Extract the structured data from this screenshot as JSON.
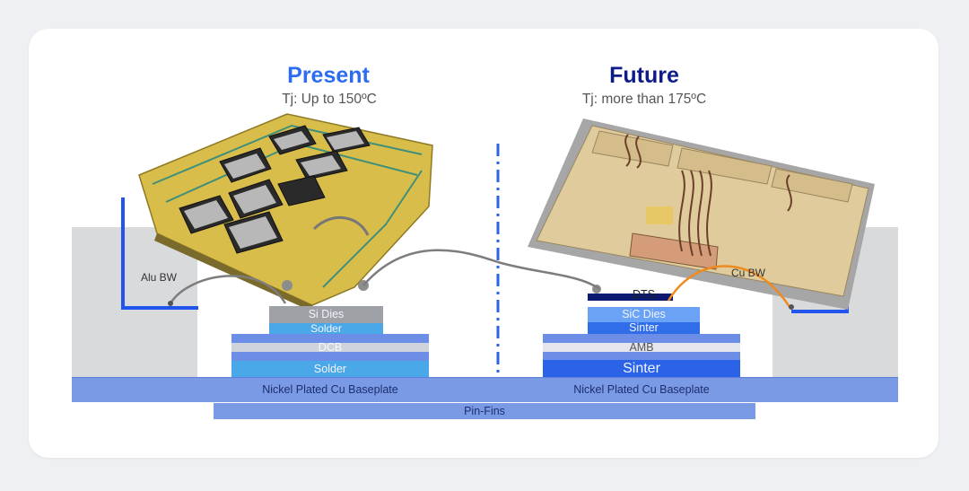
{
  "present": {
    "title": "Present",
    "subtitle": "Tj: Up to 150ºC",
    "layers": {
      "si_dies": "Si Dies",
      "solder_top": "Solder",
      "dcb": "DCB",
      "solder_bottom": "Solder"
    },
    "bond_wire_label": "Alu BW"
  },
  "future": {
    "title": "Future",
    "subtitle": "Tj: more than 175ºC",
    "layers": {
      "dts": "DTS",
      "sic_dies": "SiC Dies",
      "sinter_top": "Sinter",
      "amb": "AMB",
      "sinter_bottom": "Sinter"
    },
    "bond_wire_label": "Cu BW"
  },
  "baseplate": {
    "left_label": "Nickel Plated Cu Baseplate",
    "right_label": "Nickel Plated Cu Baseplate"
  },
  "pin_fins": "Pin-Fins",
  "colors": {
    "present_title": "#2d6cf0",
    "future_title": "#0e1c8a",
    "bracket": "#2255ee",
    "baseplate": "#7b9ae6",
    "divider": "#2d63e6"
  }
}
